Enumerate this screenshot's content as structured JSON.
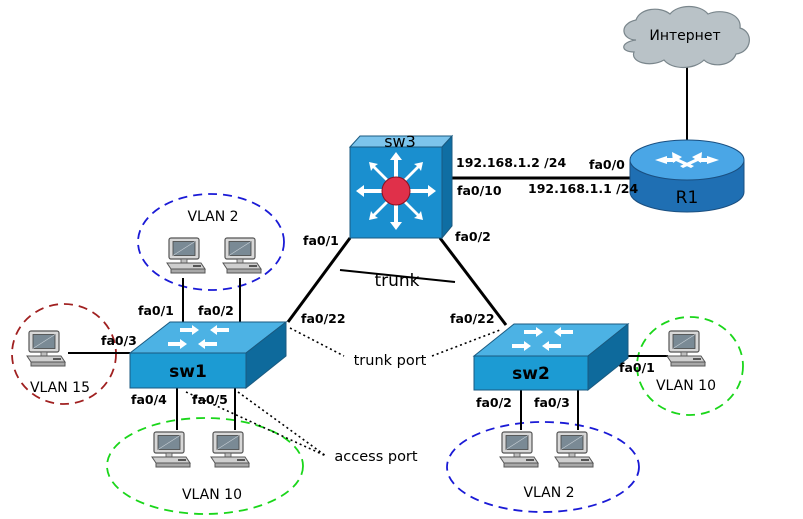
{
  "devices": {
    "sw1": "sw1",
    "sw2": "sw2",
    "sw3": "sw3",
    "r1": "R1",
    "cloud": "Интернет"
  },
  "vlans": {
    "sw1_top": "VLAN 2",
    "sw1_left": "VLAN 15",
    "sw1_bottom": "VLAN 10",
    "sw2_right": "VLAN 10",
    "sw2_bottom": "VLAN 2"
  },
  "ports": {
    "sw1_fa01": "fa0/1",
    "sw1_fa02": "fa0/2",
    "sw1_fa03": "fa0/3",
    "sw1_fa04": "fa0/4",
    "sw1_fa05": "fa0/5",
    "sw1_fa022": "fa0/22",
    "sw2_fa022": "fa0/22",
    "sw2_fa01": "fa0/1",
    "sw2_fa02": "fa0/2",
    "sw2_fa03": "fa0/3",
    "sw3_fa01": "fa0/1",
    "sw3_fa02": "fa0/2",
    "sw3_fa010": "fa0/10",
    "r1_fa00": "fa0/0"
  },
  "addresses": {
    "sw3_ip": "192.168.1.2 /24",
    "r1_ip": "192.168.1.1 /24"
  },
  "labels": {
    "trunk": "trunk",
    "trunk_port": "trunk port",
    "access_port": "access port"
  },
  "colors": {
    "switch_blue": "#1c9bd3",
    "sw3_blue": "#1a8fcf",
    "router_blue": "#2b8fd6",
    "cloud_gray": "#b9c2c7",
    "vlan2_dash": "#1a1ad6",
    "vlan10_dash": "#1ad61a",
    "vlan15_dash": "#a02020",
    "sw3_center_red": "#e0304a"
  }
}
